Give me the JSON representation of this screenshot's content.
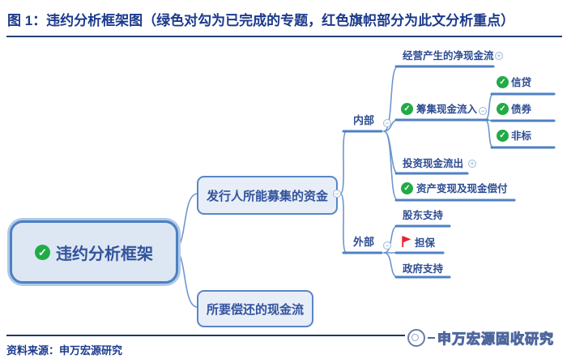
{
  "title": "图 1：违约分析框架图（绿色对勾为已完成的专题，红色旗帜部分为此文分析重点）",
  "glyphs": {
    "check": "✓",
    "minus": "−",
    "plus": "+"
  },
  "mindmap": {
    "root": "违约分析框架",
    "raise": "发行人所能募集的资金",
    "repay": "所要偿还的现金流",
    "internal": "内部",
    "external": "外部",
    "operating": "经营产生的净现金流",
    "fundraising": "筹集现金流入",
    "credit": "信贷",
    "bond": "债券",
    "nonstandard": "非标",
    "investment": "投资现金流出",
    "asset_liquidation": "资产变现及现金偿付",
    "shareholder": "股东支持",
    "guarantee": "担保",
    "government": "政府支持"
  },
  "colors": {
    "title_navy": "#1b3a8c",
    "node_text": "#32539c",
    "branch_line": "#6d97cf",
    "underline": "#4e81c3",
    "node_fill": "#e8eef7",
    "node_border": "#5687c7",
    "check_green": "#21ab45",
    "flag_red": "#e8202e"
  },
  "footer": {
    "source": "资料来源：申万宏源研究",
    "watermark": "申万宏源固收研究"
  }
}
